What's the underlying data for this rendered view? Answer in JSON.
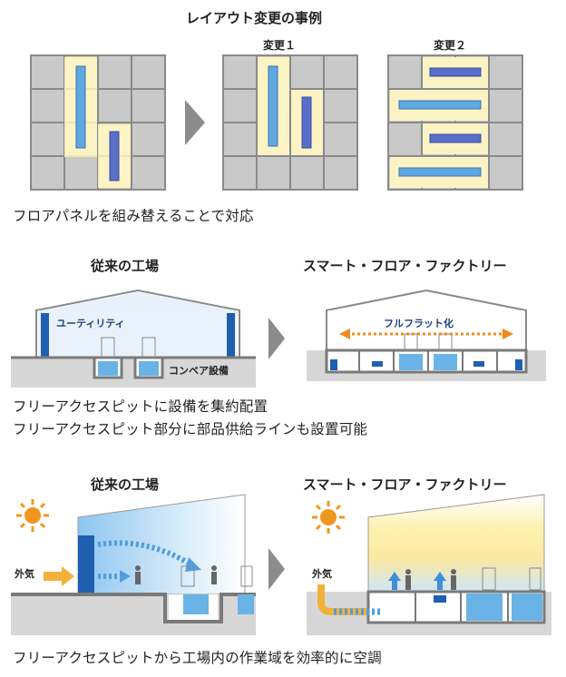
{
  "section1": {
    "title": "レイアウト変更の事例",
    "label_change1": "変更１",
    "label_change2": "変更２",
    "caption": "フロアパネルを組み替えることで対応"
  },
  "section2": {
    "left_title": "従来の工場",
    "right_title": "スマート・フロア・ファクトリー",
    "utility_label": "ユーティリティ",
    "conveyor_label": "コンベア設備",
    "fullflat_label": "フルフラット化",
    "caption_line1": "フリーアクセスピットに設備を集約配置",
    "caption_line2": "フリーアクセスピット部分に部品供給ラインも設置可能"
  },
  "section3": {
    "left_title": "従来の工場",
    "right_title": "スマート・フロア・ファクトリー",
    "outside_air_left": "外気",
    "outside_air_right": "外気",
    "caption": "フリーアクセスピットから工場内の作業域を効率的に空調"
  },
  "colors": {
    "panel_gray": "#c9c9c9",
    "panel_border": "#8a8a8a",
    "highlight_yellow": "#fbf3c4",
    "bar_blue": "#5fa9e0",
    "bar_indigo": "#5a6fc8",
    "dark_blue": "#1f4e9c",
    "arrow_gray": "#8c8c8c",
    "orange": "#f08a1c"
  }
}
